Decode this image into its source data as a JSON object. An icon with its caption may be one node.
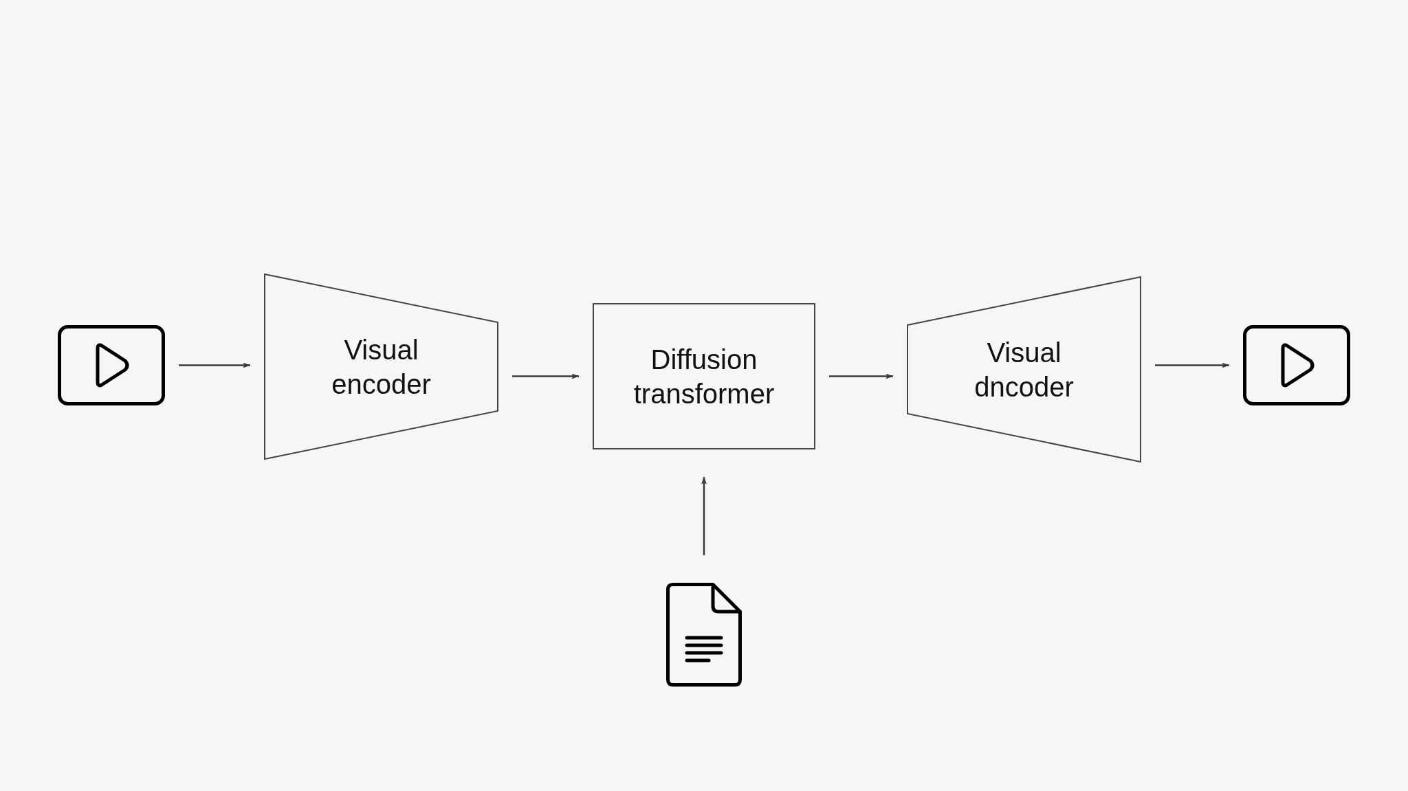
{
  "diagram": {
    "nodes": [
      {
        "text": [],
        "shape": "picture"
      },
      {
        "text": [
          "Visual encoder"
        ]
      },
      {
        "text": [
          "Diffusion transformer"
        ]
      },
      {
        "text": [
          "Visual dncoder"
        ]
      },
      {
        "text": [],
        "shape": "picture"
      },
      {
        "text": [],
        "shape": "picture"
      }
    ],
    "edges": [
      {
        "from": 0,
        "to": 1,
        "arrow": "to"
      },
      {
        "from": 1,
        "to": 2,
        "arrow": "to"
      },
      {
        "from": 2,
        "to": 3,
        "arrow": "to"
      },
      {
        "from": 3,
        "to": 4,
        "arrow": "to"
      },
      {
        "from": 5,
        "to": 2,
        "arrow": "to"
      }
    ]
  }
}
